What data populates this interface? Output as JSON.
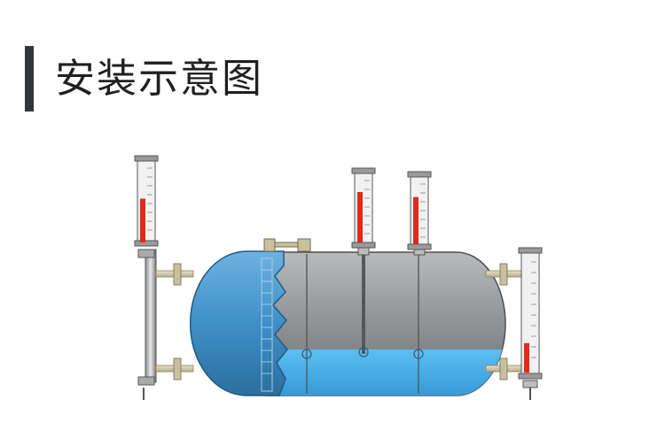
{
  "header": {
    "title": "安装示意图",
    "accent_color": "#333538"
  },
  "diagram": {
    "description_free": true,
    "colors": {
      "vessel_steel": "#8f9294",
      "vessel_blue": "#3f8fc8",
      "liquid": "#4fb3ea",
      "indicator_red": "#e02a1a",
      "pipe": "#d9d0b4"
    },
    "gauges": [
      {
        "id": "side-left",
        "fill_fraction": 0.55
      },
      {
        "id": "top-middle",
        "fill_fraction": 0.75
      },
      {
        "id": "top-right",
        "fill_fraction": 0.72
      },
      {
        "id": "side-right",
        "fill_fraction": 0.25
      }
    ]
  }
}
